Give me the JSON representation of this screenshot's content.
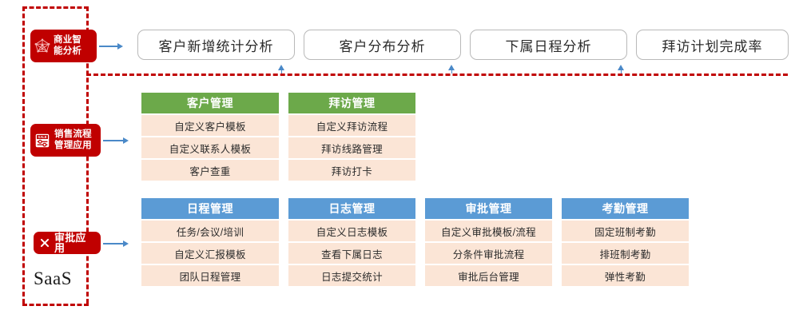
{
  "diagram": {
    "saas_label": "SaaS",
    "accent_red": "#C00000",
    "accent_blue": "#4a89c8",
    "header_green": "#6CA94A",
    "header_blue": "#5B9BD5",
    "cell_peach": "#FBE5D6"
  },
  "badges": [
    {
      "id": "bi",
      "text": "商业智\n能分析",
      "icon": "network-graph-icon"
    },
    {
      "id": "sales",
      "text": "销售流程\n管理应用",
      "icon": "sale-tag-icon"
    },
    {
      "id": "approval",
      "text": "审批应用",
      "icon": "cross-mark-icon"
    }
  ],
  "analysis_buttons": [
    {
      "label": "客户新增统计分析"
    },
    {
      "label": "客户分布分析"
    },
    {
      "label": "下属日程分析"
    },
    {
      "label": "拜访计划完成率"
    }
  ],
  "row_sales": [
    {
      "header": "客户管理",
      "items": [
        "自定义客户模板",
        "自定义联系人模板",
        "客户查重"
      ]
    },
    {
      "header": "拜访管理",
      "items": [
        "自定义拜访流程",
        "拜访线路管理",
        "拜访打卡"
      ]
    }
  ],
  "row_approval": [
    {
      "header": "日程管理",
      "items": [
        "任务/会议/培训",
        "自定义汇报模板",
        "团队日程管理"
      ]
    },
    {
      "header": "日志管理",
      "items": [
        "自定义日志模板",
        "查看下属日志",
        "日志提交统计"
      ]
    },
    {
      "header": "审批管理",
      "items": [
        "自定义审批模板/流程",
        "分条件审批流程",
        "审批后台管理"
      ]
    },
    {
      "header": "考勤管理",
      "items": [
        "固定班制考勤",
        "排班制考勤",
        "弹性考勤"
      ]
    }
  ]
}
